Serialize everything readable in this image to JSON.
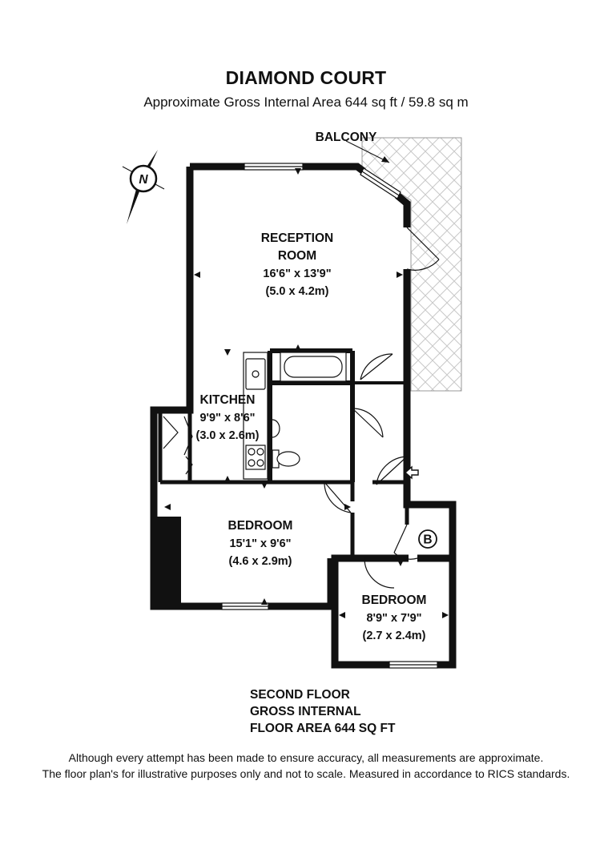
{
  "header": {
    "title": "DIAMOND COURT",
    "subtitle": "Approximate Gross Internal Area 644 sq ft / 59.8 sq m"
  },
  "compass": {
    "letter": "N",
    "icon": "compass-north-icon"
  },
  "rooms": {
    "balcony": {
      "name": "BALCONY"
    },
    "reception": {
      "name_1": "RECEPTION",
      "name_2": "ROOM",
      "imperial": "16'6\" x 13'9\"",
      "metric": "(5.0 x 4.2m)"
    },
    "kitchen": {
      "name": "KITCHEN",
      "imperial": "9'9\" x 8'6\"",
      "metric": "(3.0 x 2.6m)"
    },
    "bedroom1": {
      "name": "BEDROOM",
      "imperial": "15'1\" x 9'6\"",
      "metric": "(4.6 x 2.9m)"
    },
    "bedroom2": {
      "name": "BEDROOM",
      "imperial": "8'9\" x 7'9\"",
      "metric": "(2.7 x 2.4m)"
    },
    "boiler": {
      "symbol": "B"
    }
  },
  "floor_info": {
    "line1": "SECOND FLOOR",
    "line2": "GROSS INTERNAL",
    "line3": "FLOOR AREA 644 SQ FT"
  },
  "disclaimer": {
    "line1": "Although every attempt has been made to ensure accuracy, all measurements are approximate.",
    "line2": "The floor plan's for illustrative purposes only and not to scale. Measured in accordance to RICS standards."
  },
  "colors": {
    "wall": "#111111",
    "balcony_hatch": "#c8c8c8",
    "background": "#ffffff"
  }
}
